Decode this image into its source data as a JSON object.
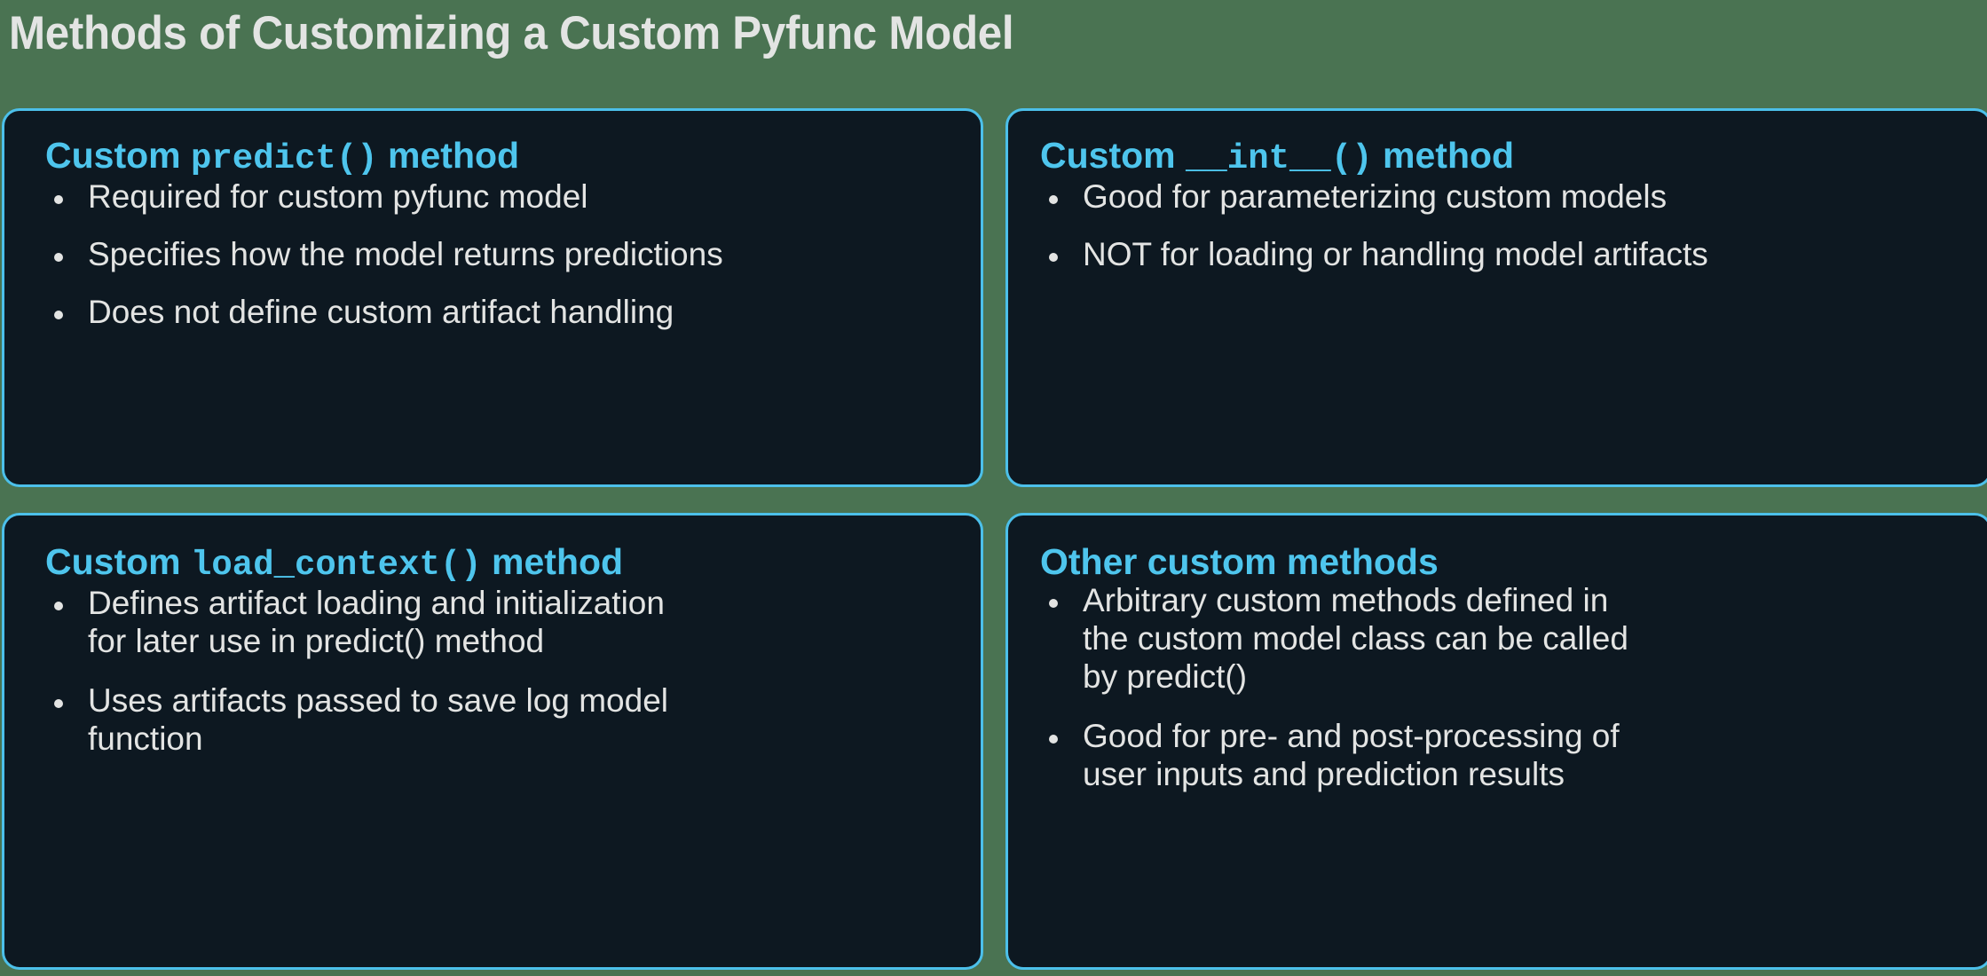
{
  "page": {
    "title": "Methods of Customizing a Custom Pyfunc Model",
    "background_color": "#4a7352",
    "card_background_color": "#0d1821",
    "card_border_color": "#4cc0ea",
    "heading_color": "#4ec5ed",
    "body_text_color": "#e3e4e3"
  },
  "cards": [
    {
      "id": "custom-predict-method",
      "header": {
        "parts": [
          {
            "text": "Custom ",
            "style": "sans"
          },
          {
            "text": "predict()",
            "style": "mono"
          },
          {
            "text": " method",
            "style": "sans"
          }
        ],
        "plain": "Custom predict() method"
      },
      "bullets": [
        "Required for custom pyfunc model",
        "Specifies how the model returns predictions",
        "Does not define custom artifact handling"
      ]
    },
    {
      "id": "custom-init-method",
      "header": {
        "parts": [
          {
            "text": "Custom ",
            "style": "sans"
          },
          {
            "text": "__int__()",
            "style": "mono"
          },
          {
            "text": " method",
            "style": "sans"
          }
        ],
        "plain": "Custom __int__() method"
      },
      "bullets": [
        "Good for parameterizing custom models",
        "NOT for loading or handling model artifacts"
      ]
    },
    {
      "id": "custom-load-context-method",
      "header": {
        "parts": [
          {
            "text": "Custom ",
            "style": "sans"
          },
          {
            "text": "load_context()",
            "style": "mono"
          },
          {
            "text": " method",
            "style": "sans"
          }
        ],
        "plain": "Custom load_context() method"
      },
      "bullets": [
        "Defines artifact loading and initialization for later use in predict() method",
        "Uses artifacts passed to save log model function"
      ]
    },
    {
      "id": "other-custom-methods",
      "header": {
        "parts": [
          {
            "text": "Other custom methods",
            "style": "sans"
          }
        ],
        "plain": "Other custom methods"
      },
      "bullets": [
        "Arbitrary custom methods defined in the custom model class can be called by predict()",
        "Good for pre- and post-processing of user inputs and prediction results"
      ]
    }
  ]
}
